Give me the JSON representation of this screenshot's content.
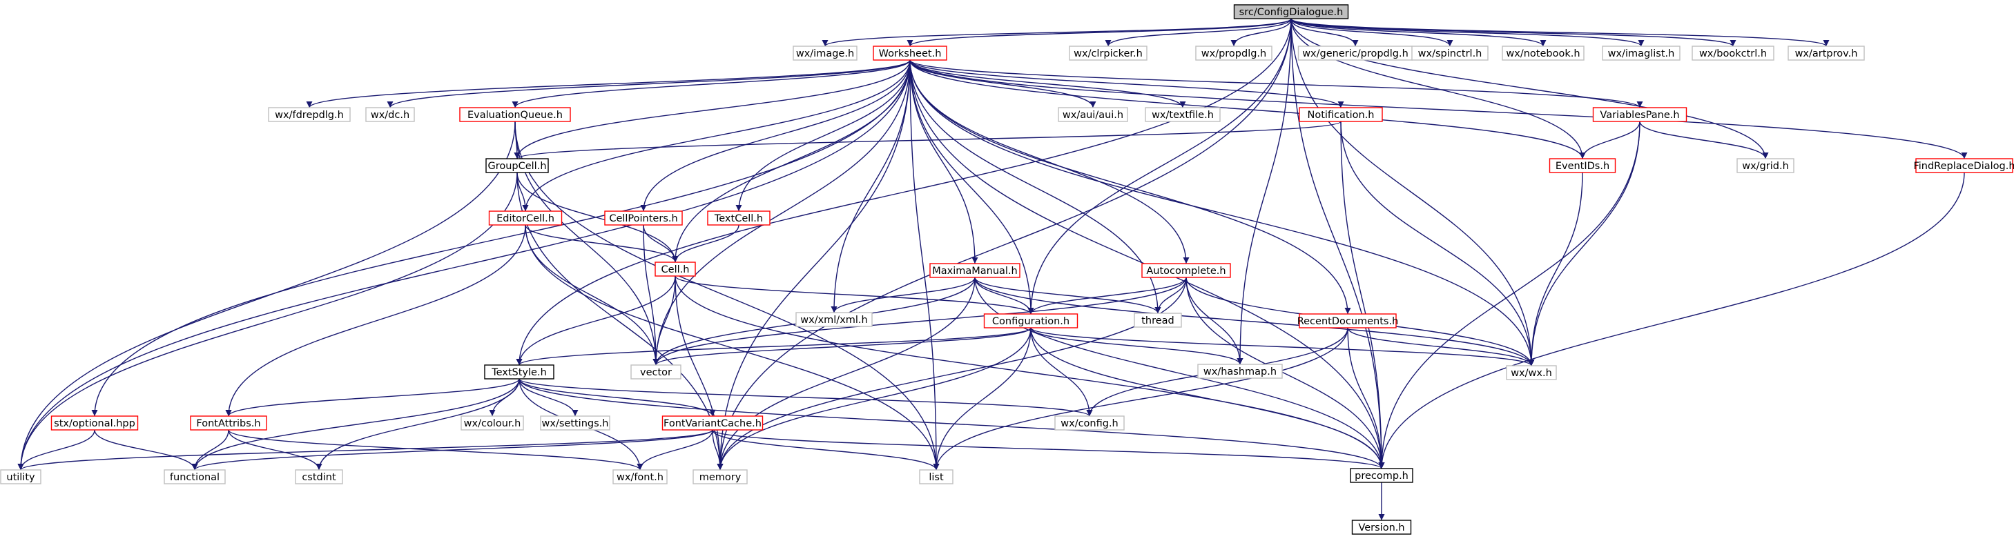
{
  "graph": {
    "colors": {
      "edge": "#191970",
      "node_border_red": "#ff0000",
      "node_border_gray": "#bfbfbf",
      "node_border_black": "#000000",
      "node_fill_root": "#bfbfbf",
      "node_fill": "#ffffff"
    },
    "nodes": [
      {
        "id": "root",
        "label": "src/ConfigDialogue.h",
        "style": "root"
      },
      {
        "id": "wximage",
        "label": "wx/image.h",
        "style": "gray"
      },
      {
        "id": "worksheet",
        "label": "Worksheet.h",
        "style": "red"
      },
      {
        "id": "wxclrpicker",
        "label": "wx/clrpicker.h",
        "style": "gray"
      },
      {
        "id": "wxpropdlg",
        "label": "wx/propdlg.h",
        "style": "gray"
      },
      {
        "id": "wxgenpropdlg",
        "label": "wx/generic/propdlg.h",
        "style": "gray"
      },
      {
        "id": "wxspinctrl",
        "label": "wx/spinctrl.h",
        "style": "gray"
      },
      {
        "id": "wxnotebook",
        "label": "wx/notebook.h",
        "style": "gray"
      },
      {
        "id": "wximaglist",
        "label": "wx/imaglist.h",
        "style": "gray"
      },
      {
        "id": "wxbookctrl",
        "label": "wx/bookctrl.h",
        "style": "gray"
      },
      {
        "id": "wxartprov",
        "label": "wx/artprov.h",
        "style": "gray"
      },
      {
        "id": "wxfdrepdlg",
        "label": "wx/fdrepdlg.h",
        "style": "gray"
      },
      {
        "id": "wxdc",
        "label": "wx/dc.h",
        "style": "gray"
      },
      {
        "id": "evalqueue",
        "label": "EvaluationQueue.h",
        "style": "red"
      },
      {
        "id": "wxauiaui",
        "label": "wx/aui/aui.h",
        "style": "gray"
      },
      {
        "id": "wxtextfile",
        "label": "wx/textfile.h",
        "style": "gray"
      },
      {
        "id": "notification",
        "label": "Notification.h",
        "style": "red"
      },
      {
        "id": "variablespane",
        "label": "VariablesPane.h",
        "style": "red"
      },
      {
        "id": "groupcell",
        "label": "GroupCell.h",
        "style": "black"
      },
      {
        "id": "eventids",
        "label": "EventIDs.h",
        "style": "red"
      },
      {
        "id": "wxgrid",
        "label": "wx/grid.h",
        "style": "gray"
      },
      {
        "id": "findreplace",
        "label": "FindReplaceDialog.h",
        "style": "red"
      },
      {
        "id": "editorcell",
        "label": "EditorCell.h",
        "style": "red"
      },
      {
        "id": "cellpointers",
        "label": "CellPointers.h",
        "style": "red"
      },
      {
        "id": "textcell",
        "label": "TextCell.h",
        "style": "red"
      },
      {
        "id": "cell",
        "label": "Cell.h",
        "style": "red"
      },
      {
        "id": "maximamanual",
        "label": "MaximaManual.h",
        "style": "red"
      },
      {
        "id": "autocomplete",
        "label": "Autocomplete.h",
        "style": "red"
      },
      {
        "id": "wxxml",
        "label": "wx/xml/xml.h",
        "style": "gray"
      },
      {
        "id": "configuration",
        "label": "Configuration.h",
        "style": "red"
      },
      {
        "id": "thread",
        "label": "thread",
        "style": "gray"
      },
      {
        "id": "recentdocs",
        "label": "RecentDocuments.h",
        "style": "red"
      },
      {
        "id": "vector",
        "label": "vector",
        "style": "gray"
      },
      {
        "id": "textstyle",
        "label": "TextStyle.h",
        "style": "black"
      },
      {
        "id": "wxhashmap",
        "label": "wx/hashmap.h",
        "style": "gray"
      },
      {
        "id": "wxwx",
        "label": "wx/wx.h",
        "style": "gray"
      },
      {
        "id": "stxoptional",
        "label": "stx/optional.hpp",
        "style": "red"
      },
      {
        "id": "fontattribs",
        "label": "FontAttribs.h",
        "style": "red"
      },
      {
        "id": "wxcolour",
        "label": "wx/colour.h",
        "style": "gray"
      },
      {
        "id": "wxsettings",
        "label": "wx/settings.h",
        "style": "gray"
      },
      {
        "id": "fontvariantcache",
        "label": "FontVariantCache.h",
        "style": "red"
      },
      {
        "id": "wxconfig",
        "label": "wx/config.h",
        "style": "gray"
      },
      {
        "id": "utility",
        "label": "utility",
        "style": "gray"
      },
      {
        "id": "functional",
        "label": "functional",
        "style": "gray"
      },
      {
        "id": "cstdint",
        "label": "cstdint",
        "style": "gray"
      },
      {
        "id": "wxfont",
        "label": "wx/font.h",
        "style": "gray"
      },
      {
        "id": "memory",
        "label": "memory",
        "style": "gray"
      },
      {
        "id": "list",
        "label": "list",
        "style": "gray"
      },
      {
        "id": "precomp",
        "label": "precomp.h",
        "style": "black"
      },
      {
        "id": "version",
        "label": "Version.h",
        "style": "black"
      }
    ],
    "edges": [
      [
        "root",
        "wximage"
      ],
      [
        "root",
        "worksheet"
      ],
      [
        "root",
        "wxclrpicker"
      ],
      [
        "root",
        "wxpropdlg"
      ],
      [
        "root",
        "wxgenpropdlg"
      ],
      [
        "root",
        "wxspinctrl"
      ],
      [
        "root",
        "wxnotebook"
      ],
      [
        "root",
        "wximaglist"
      ],
      [
        "root",
        "wxbookctrl"
      ],
      [
        "root",
        "wxartprov"
      ],
      [
        "root",
        "textstyle"
      ],
      [
        "root",
        "memory"
      ],
      [
        "root",
        "configuration"
      ],
      [
        "root",
        "wxhashmap"
      ],
      [
        "root",
        "wxgrid"
      ],
      [
        "root",
        "wxwx"
      ],
      [
        "root",
        "precomp"
      ],
      [
        "root",
        "eventids"
      ],
      [
        "worksheet",
        "wxfdrepdlg"
      ],
      [
        "worksheet",
        "wxdc"
      ],
      [
        "worksheet",
        "evalqueue"
      ],
      [
        "worksheet",
        "wxauiaui"
      ],
      [
        "worksheet",
        "wxtextfile"
      ],
      [
        "worksheet",
        "notification"
      ],
      [
        "worksheet",
        "variablespane"
      ],
      [
        "worksheet",
        "findreplace"
      ],
      [
        "worksheet",
        "groupcell"
      ],
      [
        "worksheet",
        "editorcell"
      ],
      [
        "worksheet",
        "cellpointers"
      ],
      [
        "worksheet",
        "textcell"
      ],
      [
        "worksheet",
        "cell"
      ],
      [
        "worksheet",
        "maximamanual"
      ],
      [
        "worksheet",
        "autocomplete"
      ],
      [
        "worksheet",
        "wxxml"
      ],
      [
        "worksheet",
        "thread"
      ],
      [
        "worksheet",
        "recentdocs"
      ],
      [
        "worksheet",
        "vector"
      ],
      [
        "worksheet",
        "wxwx"
      ],
      [
        "worksheet",
        "stxoptional"
      ],
      [
        "worksheet",
        "utility"
      ],
      [
        "worksheet",
        "memory"
      ],
      [
        "worksheet",
        "list"
      ],
      [
        "worksheet",
        "precomp"
      ],
      [
        "worksheet",
        "eventids"
      ],
      [
        "worksheet",
        "configuration"
      ],
      [
        "evalqueue",
        "groupcell"
      ],
      [
        "evalqueue",
        "vector"
      ],
      [
        "evalqueue",
        "list"
      ],
      [
        "evalqueue",
        "utility"
      ],
      [
        "notification",
        "groupcell"
      ],
      [
        "notification",
        "wxwx"
      ],
      [
        "notification",
        "precomp"
      ],
      [
        "variablespane",
        "eventids"
      ],
      [
        "variablespane",
        "wxgrid"
      ],
      [
        "variablespane",
        "wxwx"
      ],
      [
        "variablespane",
        "precomp"
      ],
      [
        "eventids",
        "wxwx"
      ],
      [
        "findreplace",
        "precomp"
      ],
      [
        "groupcell",
        "editorcell"
      ],
      [
        "groupcell",
        "cell"
      ],
      [
        "groupcell",
        "utility"
      ],
      [
        "groupcell",
        "memory"
      ],
      [
        "editorcell",
        "cell"
      ],
      [
        "editorcell",
        "fontattribs"
      ],
      [
        "editorcell",
        "vector"
      ],
      [
        "editorcell",
        "list"
      ],
      [
        "cellpointers",
        "cell"
      ],
      [
        "cellpointers",
        "vector"
      ],
      [
        "textcell",
        "cell"
      ],
      [
        "cell",
        "textstyle"
      ],
      [
        "cell",
        "configuration"
      ],
      [
        "cell",
        "vector"
      ],
      [
        "cell",
        "memory"
      ],
      [
        "cell",
        "precomp"
      ],
      [
        "maximamanual",
        "configuration"
      ],
      [
        "maximamanual",
        "wxxml"
      ],
      [
        "maximamanual",
        "thread"
      ],
      [
        "maximamanual",
        "vector"
      ],
      [
        "maximamanual",
        "wxwx"
      ],
      [
        "maximamanual",
        "memory"
      ],
      [
        "maximamanual",
        "precomp"
      ],
      [
        "autocomplete",
        "configuration"
      ],
      [
        "autocomplete",
        "thread"
      ],
      [
        "autocomplete",
        "vector"
      ],
      [
        "autocomplete",
        "wxhashmap"
      ],
      [
        "autocomplete",
        "wxwx"
      ],
      [
        "autocomplete",
        "memory"
      ],
      [
        "autocomplete",
        "precomp"
      ],
      [
        "configuration",
        "textstyle"
      ],
      [
        "configuration",
        "vector"
      ],
      [
        "configuration",
        "wxhashmap"
      ],
      [
        "configuration",
        "wxwx"
      ],
      [
        "configuration",
        "wxconfig"
      ],
      [
        "configuration",
        "memory"
      ],
      [
        "configuration",
        "list"
      ],
      [
        "configuration",
        "precomp"
      ],
      [
        "recentdocs",
        "wxwx"
      ],
      [
        "recentdocs",
        "wxconfig"
      ],
      [
        "recentdocs",
        "list"
      ],
      [
        "recentdocs",
        "precomp"
      ],
      [
        "textstyle",
        "fontattribs"
      ],
      [
        "textstyle",
        "wxcolour"
      ],
      [
        "textstyle",
        "wxsettings"
      ],
      [
        "textstyle",
        "fontvariantcache"
      ],
      [
        "textstyle",
        "wxconfig"
      ],
      [
        "textstyle",
        "functional"
      ],
      [
        "textstyle",
        "cstdint"
      ],
      [
        "textstyle",
        "wxfont"
      ],
      [
        "textstyle",
        "precomp"
      ],
      [
        "stxoptional",
        "utility"
      ],
      [
        "stxoptional",
        "functional"
      ],
      [
        "fontattribs",
        "functional"
      ],
      [
        "fontattribs",
        "cstdint"
      ],
      [
        "fontattribs",
        "wxfont"
      ],
      [
        "fontvariantcache",
        "utility"
      ],
      [
        "fontvariantcache",
        "functional"
      ],
      [
        "fontvariantcache",
        "wxfont"
      ],
      [
        "fontvariantcache",
        "memory"
      ],
      [
        "fontvariantcache",
        "list"
      ],
      [
        "fontvariantcache",
        "precomp"
      ],
      [
        "precomp",
        "version"
      ]
    ]
  }
}
